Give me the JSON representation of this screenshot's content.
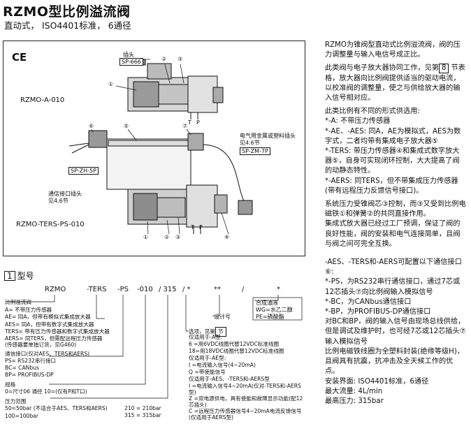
{
  "header": {
    "title": "RZMO型比例溢流阀",
    "subtitle": "直动式， ISO4401标准， 6通径"
  },
  "figure": {
    "ce_mark": "CE",
    "plug_label": "插头",
    "plug_code": "SP-666",
    "model_a": "RZMO-A-010",
    "model_ters": "RZMO-TERS-PS-010",
    "port_t": "T",
    "port_p": "P",
    "port_t2": "T",
    "port_p2": "P",
    "callouts": [
      "①",
      "②",
      "③",
      "④",
      "⑤",
      "⑥",
      "⑦",
      "①",
      "②",
      "③"
    ],
    "elec_plug_l1": "电气用金属或塑料插头",
    "elec_plug_l2": "见4.6节",
    "plug_zm": "SP-ZM-7P",
    "plug_zh": "SP-ZH-5P",
    "comm_plug_l1": "通信接口插头",
    "comm_plug_l2": "见4.6节"
  },
  "description": {
    "p1": "RZMO为锥阀型直动式比例溢流阀，阀的压力调整量与输入电信号成正比。",
    "p2a": "此类阀与电子放大器协同工作，见第",
    "p2_ref": "8",
    "p2b": "节表格，放大器向比例阀提供适当的驱动电流，以校准阀的调整量，使之与供给放大器的输入信号相对应。",
    "p3_intro": "此类比例有不同的形式供选用:",
    "p3_items": [
      "*-A: 不带压力传感器",
      "*-AE、-AES: 同A，AE为模拟式，AES为数字式，二者均带有集成电子放大器⑤",
      "*-TERS: 带压力传感器④和集成式数字放大器⑤，自身可实现闭环控制，大大提高了阀的动静态特性。",
      "*-AERS: 同TERS，但不带集成压力传感器(带有远程压力反馈信号接口)。"
    ],
    "p4": "系统压力受锥阀芯③控制，而③又受到比例电磁铁①和弹簧②的共同直接作用。",
    "p5": "集成式放大器已经过工厂预调，保证了阀的良好性能，阀的安装和电气连接简单，且阀与阀之间可完全互换。",
    "p6": "-AES、-TERS和-AERS可配置以下通信接口⑥:",
    "p7_items": [
      "*-PS，为RS232串行通信接口，通过7芯或12芯插头⑦向比例阀输入模拟信号",
      "*-BC，为CANbus通信接口",
      "*-BP，为PROFIBUS-DP通信接口"
    ],
    "p8": "对BC和BP，阀的输入信号由现场总线供给，但是调试及维护时，也可经7芯或12芯插头⑦输入模拟信号",
    "p9": "比例电磁铁线圈为全塑料封装(绝缘等级H)，且阀具有抗震，抗冲击及全天候工作的优点。",
    "spec_mount": "安装界面: ISO4401标准，6通径",
    "spec_flow": "最大流量: 4L/min",
    "spec_pressure": "最高压力: 315bar"
  },
  "model_code": {
    "section_num": "1",
    "section_title": "型号",
    "segments": [
      "RZMO",
      "-TERS",
      "-PS",
      "-010",
      "/ 315",
      "/ *",
      "**",
      "/",
      "*"
    ],
    "left_items": [
      "比例溢流阀",
      "A= 不带压力传感器",
      "AE= 同A，但带有模拟式集成放大器",
      "AES= 同A，但带有数字式集成放大器",
      "TERS= 带有压力传感器和数字式集成放大器",
      "AERS= 同TERS，但需配远程压力传感器(传感器要单独订货，见G460)",
      "通信接口(仅对AES、TERS和AERS)",
      "PS= RS232串行接口",
      "BC= CANbus",
      "BP= PROFIBUS-DP",
      "规格",
      "0=尺寸06 通径     10=(仅有P和T口)",
      "压力范围",
      "50=50bar (不适合于AES、TERS和AERS)",
      "100=100bar"
    ],
    "pressure_right": [
      "210 = 210bar",
      "315 = 315bar"
    ],
    "design": "设计号",
    "seal_title": "合成油液",
    "seal_items": [
      "WG=水乙二醇",
      "PE=磷酸酯"
    ],
    "option_title": "选项，见第",
    "option_ref": "节",
    "option_items": [
      "仅适用于-A型:",
      "6 =用6VDC线圈代替12VDC标准线圈",
      "18=用18VDC线圈代替12VDC标准线圈",
      "仅适用于-AE型:",
      "I =电流输入信号(4~20mA)",
      "Q =带使能信号",
      "仅适用于-AES、-TERS和-AERS型",
      "I =电流输入信号4~20mA(仅对-TERS和-AERS型)",
      "Z =双电源供电，具有使能和故障显示功能(配12芯插头)",
      "C =远程压力传感器信号4~20mA电流反馈信号(仅适用于AERS型)"
    ]
  }
}
